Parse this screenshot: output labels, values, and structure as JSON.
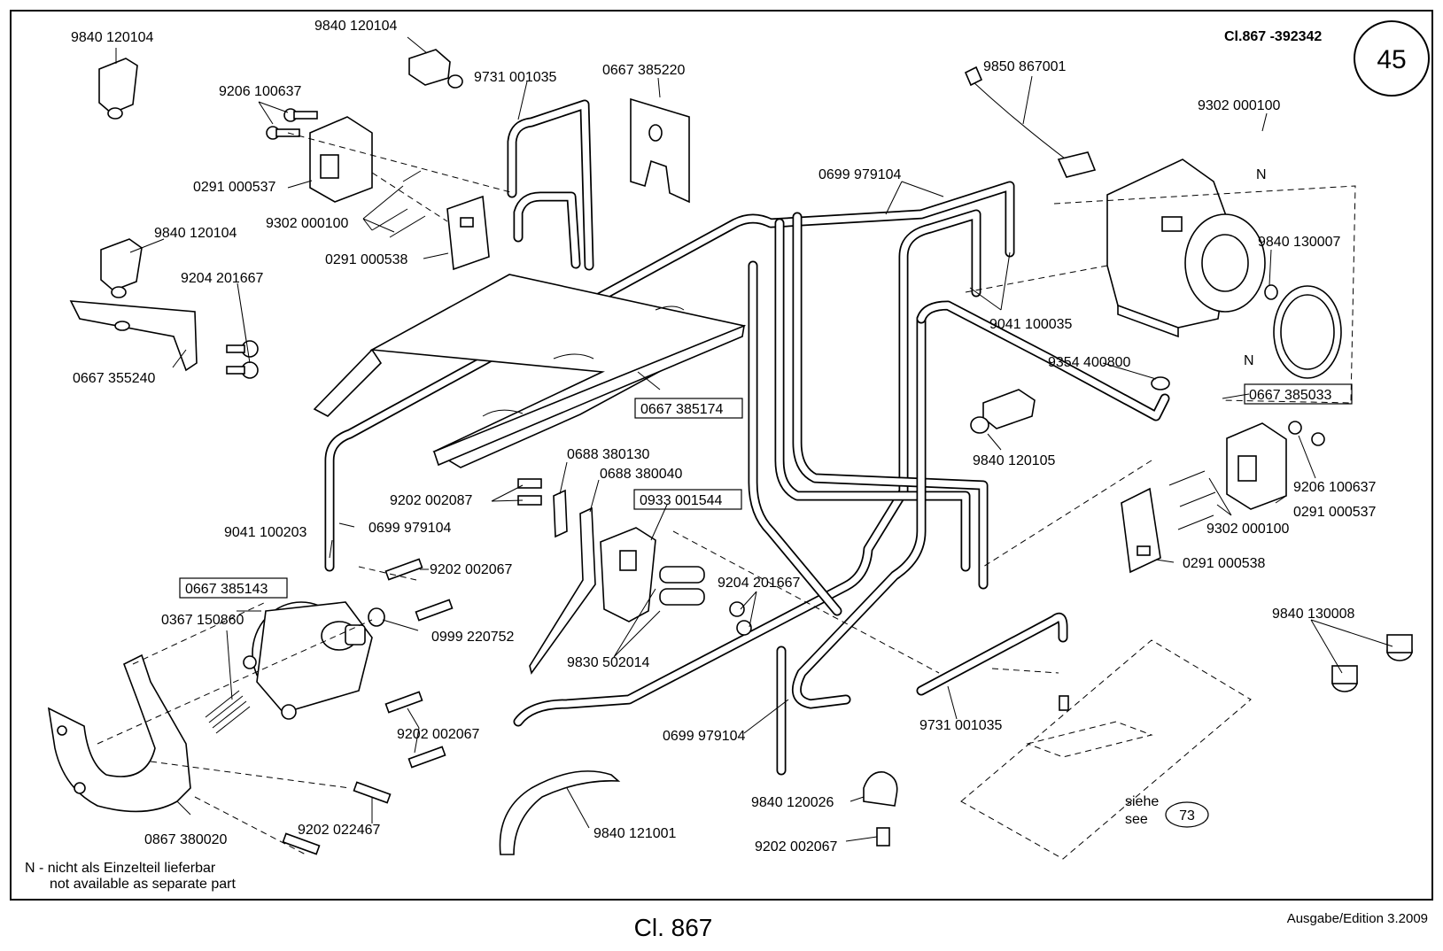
{
  "header": {
    "class_code": "Cl.867 -392342",
    "page_number": "45"
  },
  "footer": {
    "model": "Cl. 867",
    "edition": "Ausgabe/Edition 3.2009"
  },
  "note": {
    "line_de": "N - nicht als Einzelteil lieferbar",
    "line_en": "not available as separate part"
  },
  "reference": {
    "siehe": "siehe",
    "see": "see",
    "page": "73"
  },
  "marks": {
    "n_upper": "N",
    "n_lower": "N"
  },
  "labels": {
    "l01": "9840 120104",
    "l02": "9840 120104",
    "l03": "9206 100637",
    "l04": "9731 001035",
    "l05": "0667 385220",
    "l06": "0291 000537",
    "l07": "9302 000100",
    "l08": "0291 000538",
    "l09": "9840 120104",
    "l10": "9204 201667",
    "l11": "0667 355240",
    "l12": "9850 867001",
    "l13": "9302 000100",
    "l14": "0699 979104",
    "l15": "9840 130007",
    "l16": "9041 100035",
    "l17": "9354 400800",
    "l18": "0667 385033",
    "l19": "0667 385174",
    "l20": "9840 120105",
    "l21": "0688 380130",
    "l22": "0688 380040",
    "l23": "9202 002087",
    "l24": "0933 001544",
    "l25": "9041 100203",
    "l26": "0699 979104",
    "l27": "9206 100637",
    "l28": "0291 000537",
    "l29": "9302 000100",
    "l30": "0291 000538",
    "l31": "9202 002067",
    "l32": "0667 385143",
    "l33": "9204 201667",
    "l34": "0367 150860",
    "l35": "0999 220752",
    "l36": "9830 502014",
    "l37": "9840 130008",
    "l38": "9202 002067",
    "l39": "0699 979104",
    "l40": "9731 001035",
    "l41": "9202 022467",
    "l42": "0867 380020",
    "l43": "9840 120026",
    "l44": "9840 121001",
    "l45": "9202 002067"
  }
}
